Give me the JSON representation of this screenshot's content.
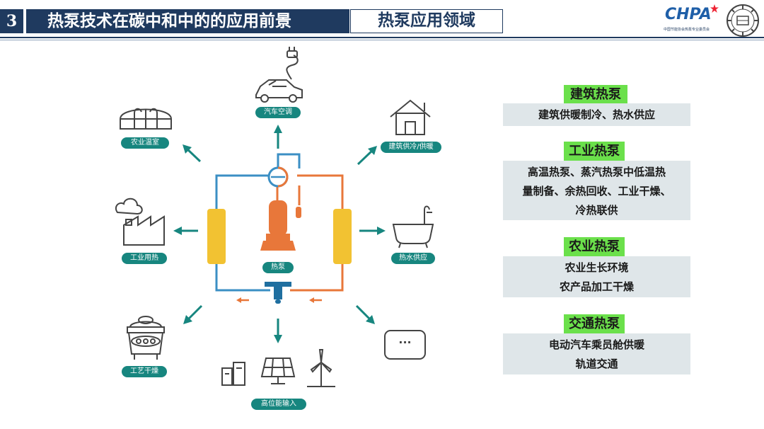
{
  "header": {
    "number": "3",
    "title": "热泵技术在碳中和中的的应用前景",
    "subtitle": "热泵应用领域",
    "logo": "CHPA",
    "logo_sub": "中国节能协会热泵专业委员会"
  },
  "diagram": {
    "center_label": "热泵",
    "labels": {
      "car": "汽车空调",
      "building": "建筑供冷/供暖",
      "hot_water": "热水供应",
      "greenhouse": "农业温室",
      "industrial": "工业用热",
      "drying": "工艺干燥",
      "input": "高位能输入"
    },
    "more": "···"
  },
  "sections": [
    {
      "title": "建筑热泵",
      "lines": [
        "建筑供暖制冷、热水供应"
      ]
    },
    {
      "title": "工业热泵",
      "lines": [
        "高温热泵、蒸汽热泵中低温热",
        "量制备、余热回收、工业干燥、",
        "冷热联供"
      ]
    },
    {
      "title": "农业热泵",
      "lines": [
        "农业生长环境",
        "农产品加工干燥"
      ]
    },
    {
      "title": "交通热泵",
      "lines": [
        "电动汽车乘员舱供暖",
        "轨道交通"
      ]
    }
  ],
  "colors": {
    "navy": "#1f3a5f",
    "teal": "#17867f",
    "pipe_blue": "#3b8fc4",
    "pipe_orange": "#e8773a",
    "hx_yellow": "#f2c232",
    "title_green": "#6be04b",
    "box_gray": "#dfe6e9"
  },
  "icons": [
    "car-icon",
    "house-icon",
    "bathtub-icon",
    "greenhouse-icon",
    "factory-icon",
    "dryer-icon",
    "buildings-icon",
    "solar-panel-icon",
    "wind-turbine-icon",
    "compressor-icon",
    "four-way-valve-icon",
    "expansion-valve-icon",
    "arrow-icon"
  ]
}
